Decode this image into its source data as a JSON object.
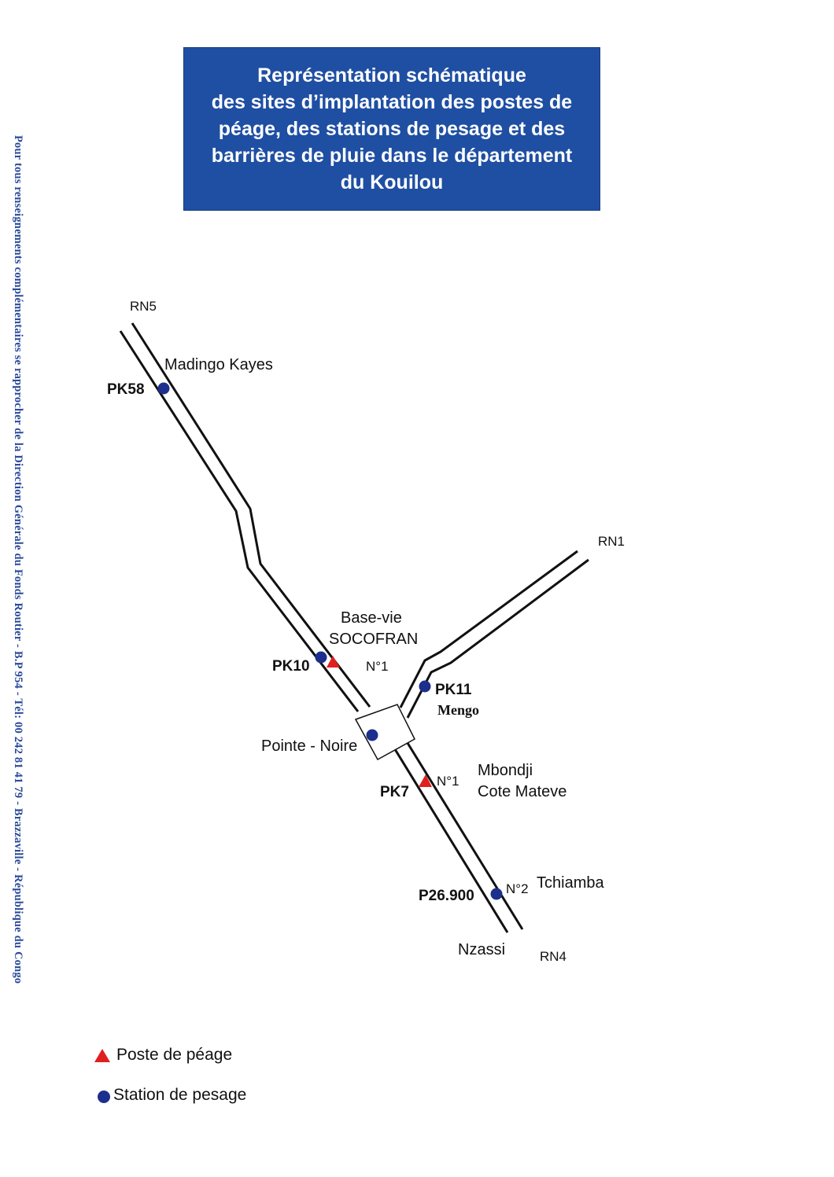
{
  "title": {
    "lines": [
      "Représentation schématique",
      "des sites d’implantation des postes de",
      "péage, des stations de pesage et des",
      "barrières de pluie dans le département",
      "du Kouilou"
    ]
  },
  "side_note": "Pour tous renseignements complémentaires se rapprocher de la Direction Générale du Fonds Routier - B.P 954 - Tél: 00 242 81 41 79 - Brazzaville - République du Congo",
  "roads": {
    "rn5": "RN5",
    "rn1": "RN1",
    "rn4": "RN4"
  },
  "places": {
    "madingo": "Madingo Kayes",
    "basevie": "Base-vie",
    "socofran": "SOCOFRAN",
    "pointe_noire": "Pointe - Noire",
    "mengo": "Mengo",
    "mbondji": "Mbondji",
    "cote_mateve": "Cote Mateve",
    "tchiamba": "Tchiamba",
    "nzassi": "Nzassi"
  },
  "markers": {
    "pk58": "PK58",
    "pk10": "PK10",
    "n1_a": "N°1",
    "pk11": "PK11",
    "pk7": "PK7",
    "n1_b": "N°1",
    "p26900": "P26.900",
    "n2": "N°2"
  },
  "legend": {
    "toll": "Poste de péage",
    "weigh": "Station de pesage"
  },
  "colors": {
    "title_bg": "#1f4fa3",
    "toll_marker": "#e02020",
    "weigh_marker": "#1d2f8c"
  }
}
